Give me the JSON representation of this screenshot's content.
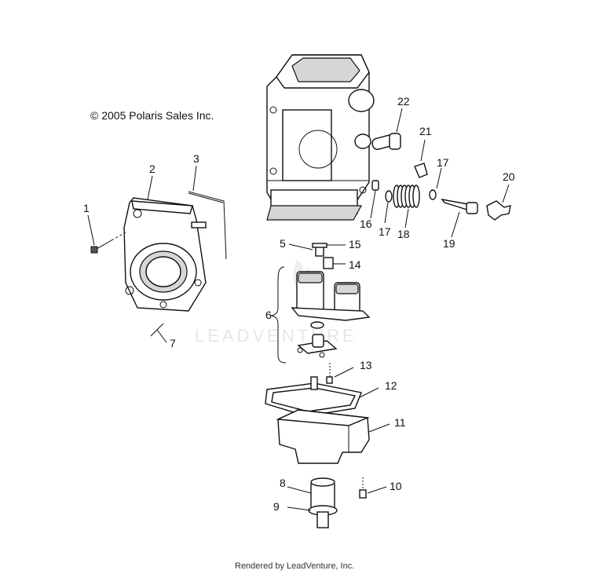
{
  "copyright": "© 2005 Polaris Sales Inc.",
  "footer": "Rendered by LeadVenture, Inc.",
  "watermark": "LEADVENTURE",
  "callouts": {
    "c1": "1",
    "c2": "2",
    "c3": "3",
    "c5": "5",
    "c6": "6",
    "c7": "7",
    "c8": "8",
    "c9": "9",
    "c10": "10",
    "c11": "11",
    "c12": "12",
    "c13": "13",
    "c14": "14",
    "c15": "15",
    "c16": "16",
    "c17a": "17",
    "c17b": "17",
    "c18": "18",
    "c19": "19",
    "c20": "20",
    "c21": "21",
    "c22": "22"
  }
}
